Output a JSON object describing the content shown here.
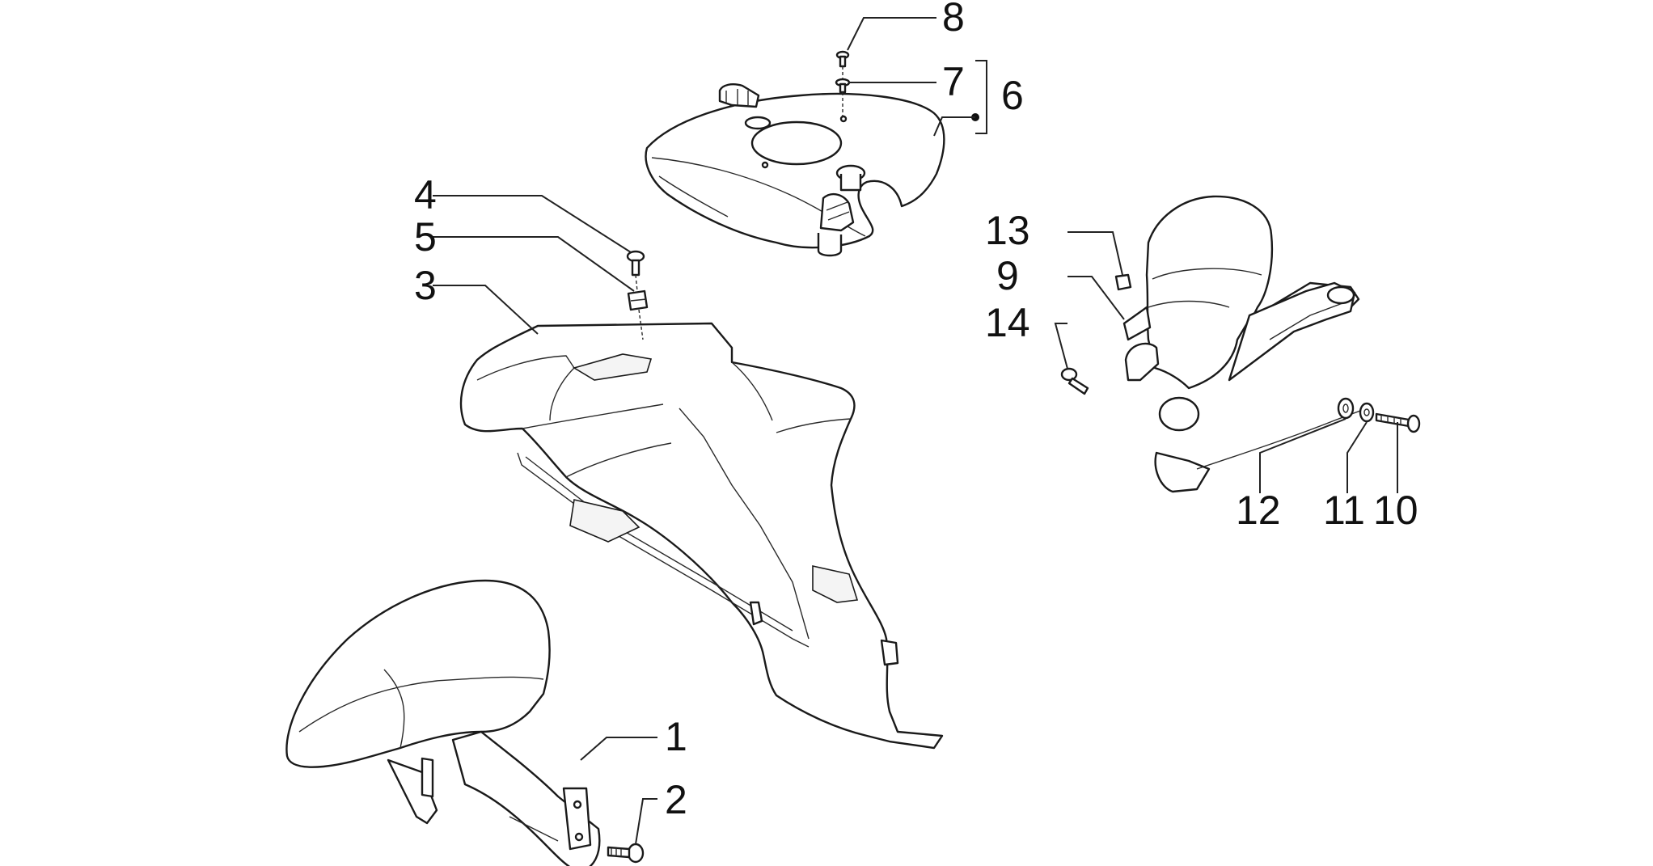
{
  "diagram": {
    "type": "exploded-parts-diagram",
    "callouts": [
      {
        "id": "1",
        "label": "1"
      },
      {
        "id": "2",
        "label": "2"
      },
      {
        "id": "3",
        "label": "3"
      },
      {
        "id": "4",
        "label": "4"
      },
      {
        "id": "5",
        "label": "5"
      },
      {
        "id": "6",
        "label": "6"
      },
      {
        "id": "7",
        "label": "7"
      },
      {
        "id": "8",
        "label": "8"
      },
      {
        "id": "9",
        "label": "9"
      },
      {
        "id": "10",
        "label": "10"
      },
      {
        "id": "11",
        "label": "11"
      },
      {
        "id": "12",
        "label": "12"
      },
      {
        "id": "13",
        "label": "13"
      },
      {
        "id": "14",
        "label": "14"
      }
    ],
    "colors": {
      "line": "#1a1a1a",
      "background": "#ffffff"
    }
  }
}
